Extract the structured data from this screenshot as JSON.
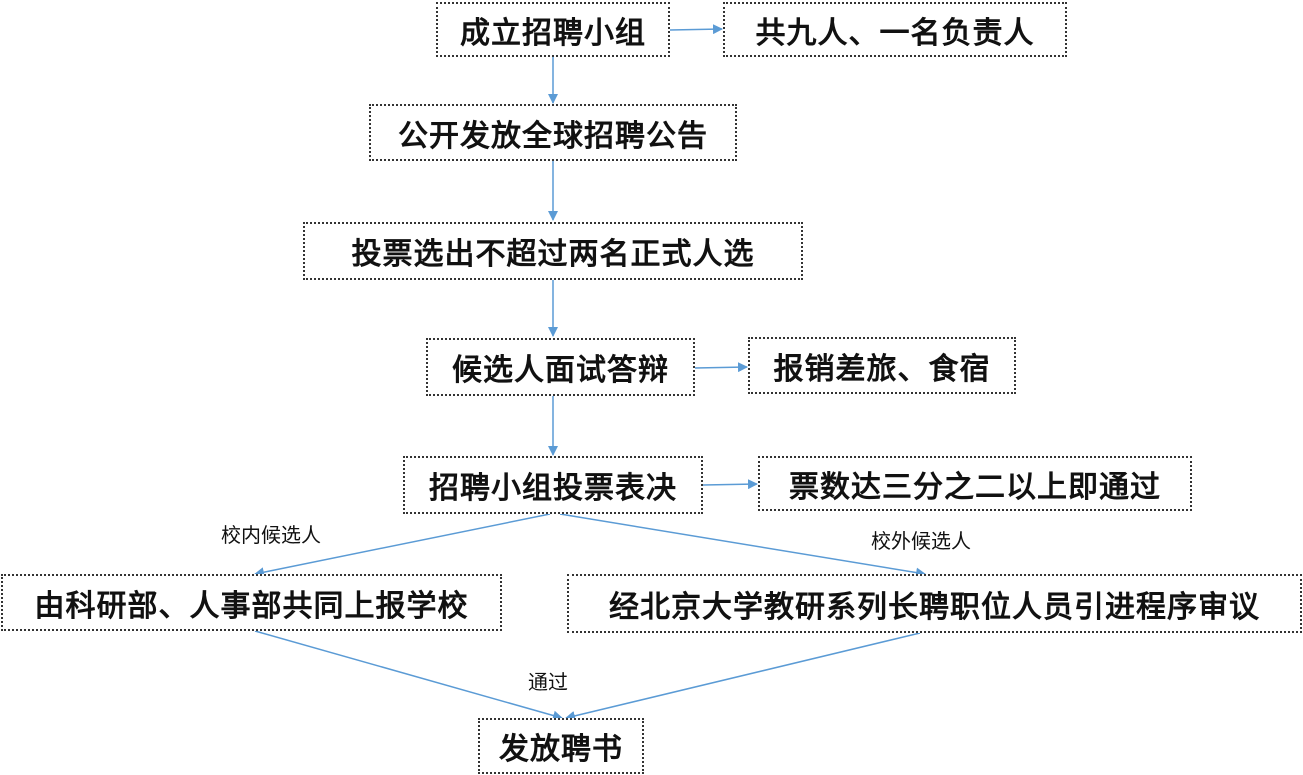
{
  "nodes": {
    "form_group": "成立招聘小组",
    "group_info": "共九人、一名负责人",
    "announce": "公开发放全球招聘公告",
    "vote_select": "投票选出不超过两名正式人选",
    "interview": "候选人面试答辩",
    "reimburse": "报销差旅、食宿",
    "group_vote": "招聘小组投票表决",
    "pass_rule": "票数达三分之二以上即通过",
    "internal_report": "由科研部、人事部共同上报学校",
    "external_review": "经北京大学教研系列长聘职位人员引进程序审议",
    "issue_letter": "发放聘书"
  },
  "edge_labels": {
    "internal": "校内候选人",
    "external": "校外候选人",
    "passed": "通过"
  },
  "colors": {
    "arrow": "#5b9bd5",
    "border": "#333333",
    "text": "#111111"
  }
}
